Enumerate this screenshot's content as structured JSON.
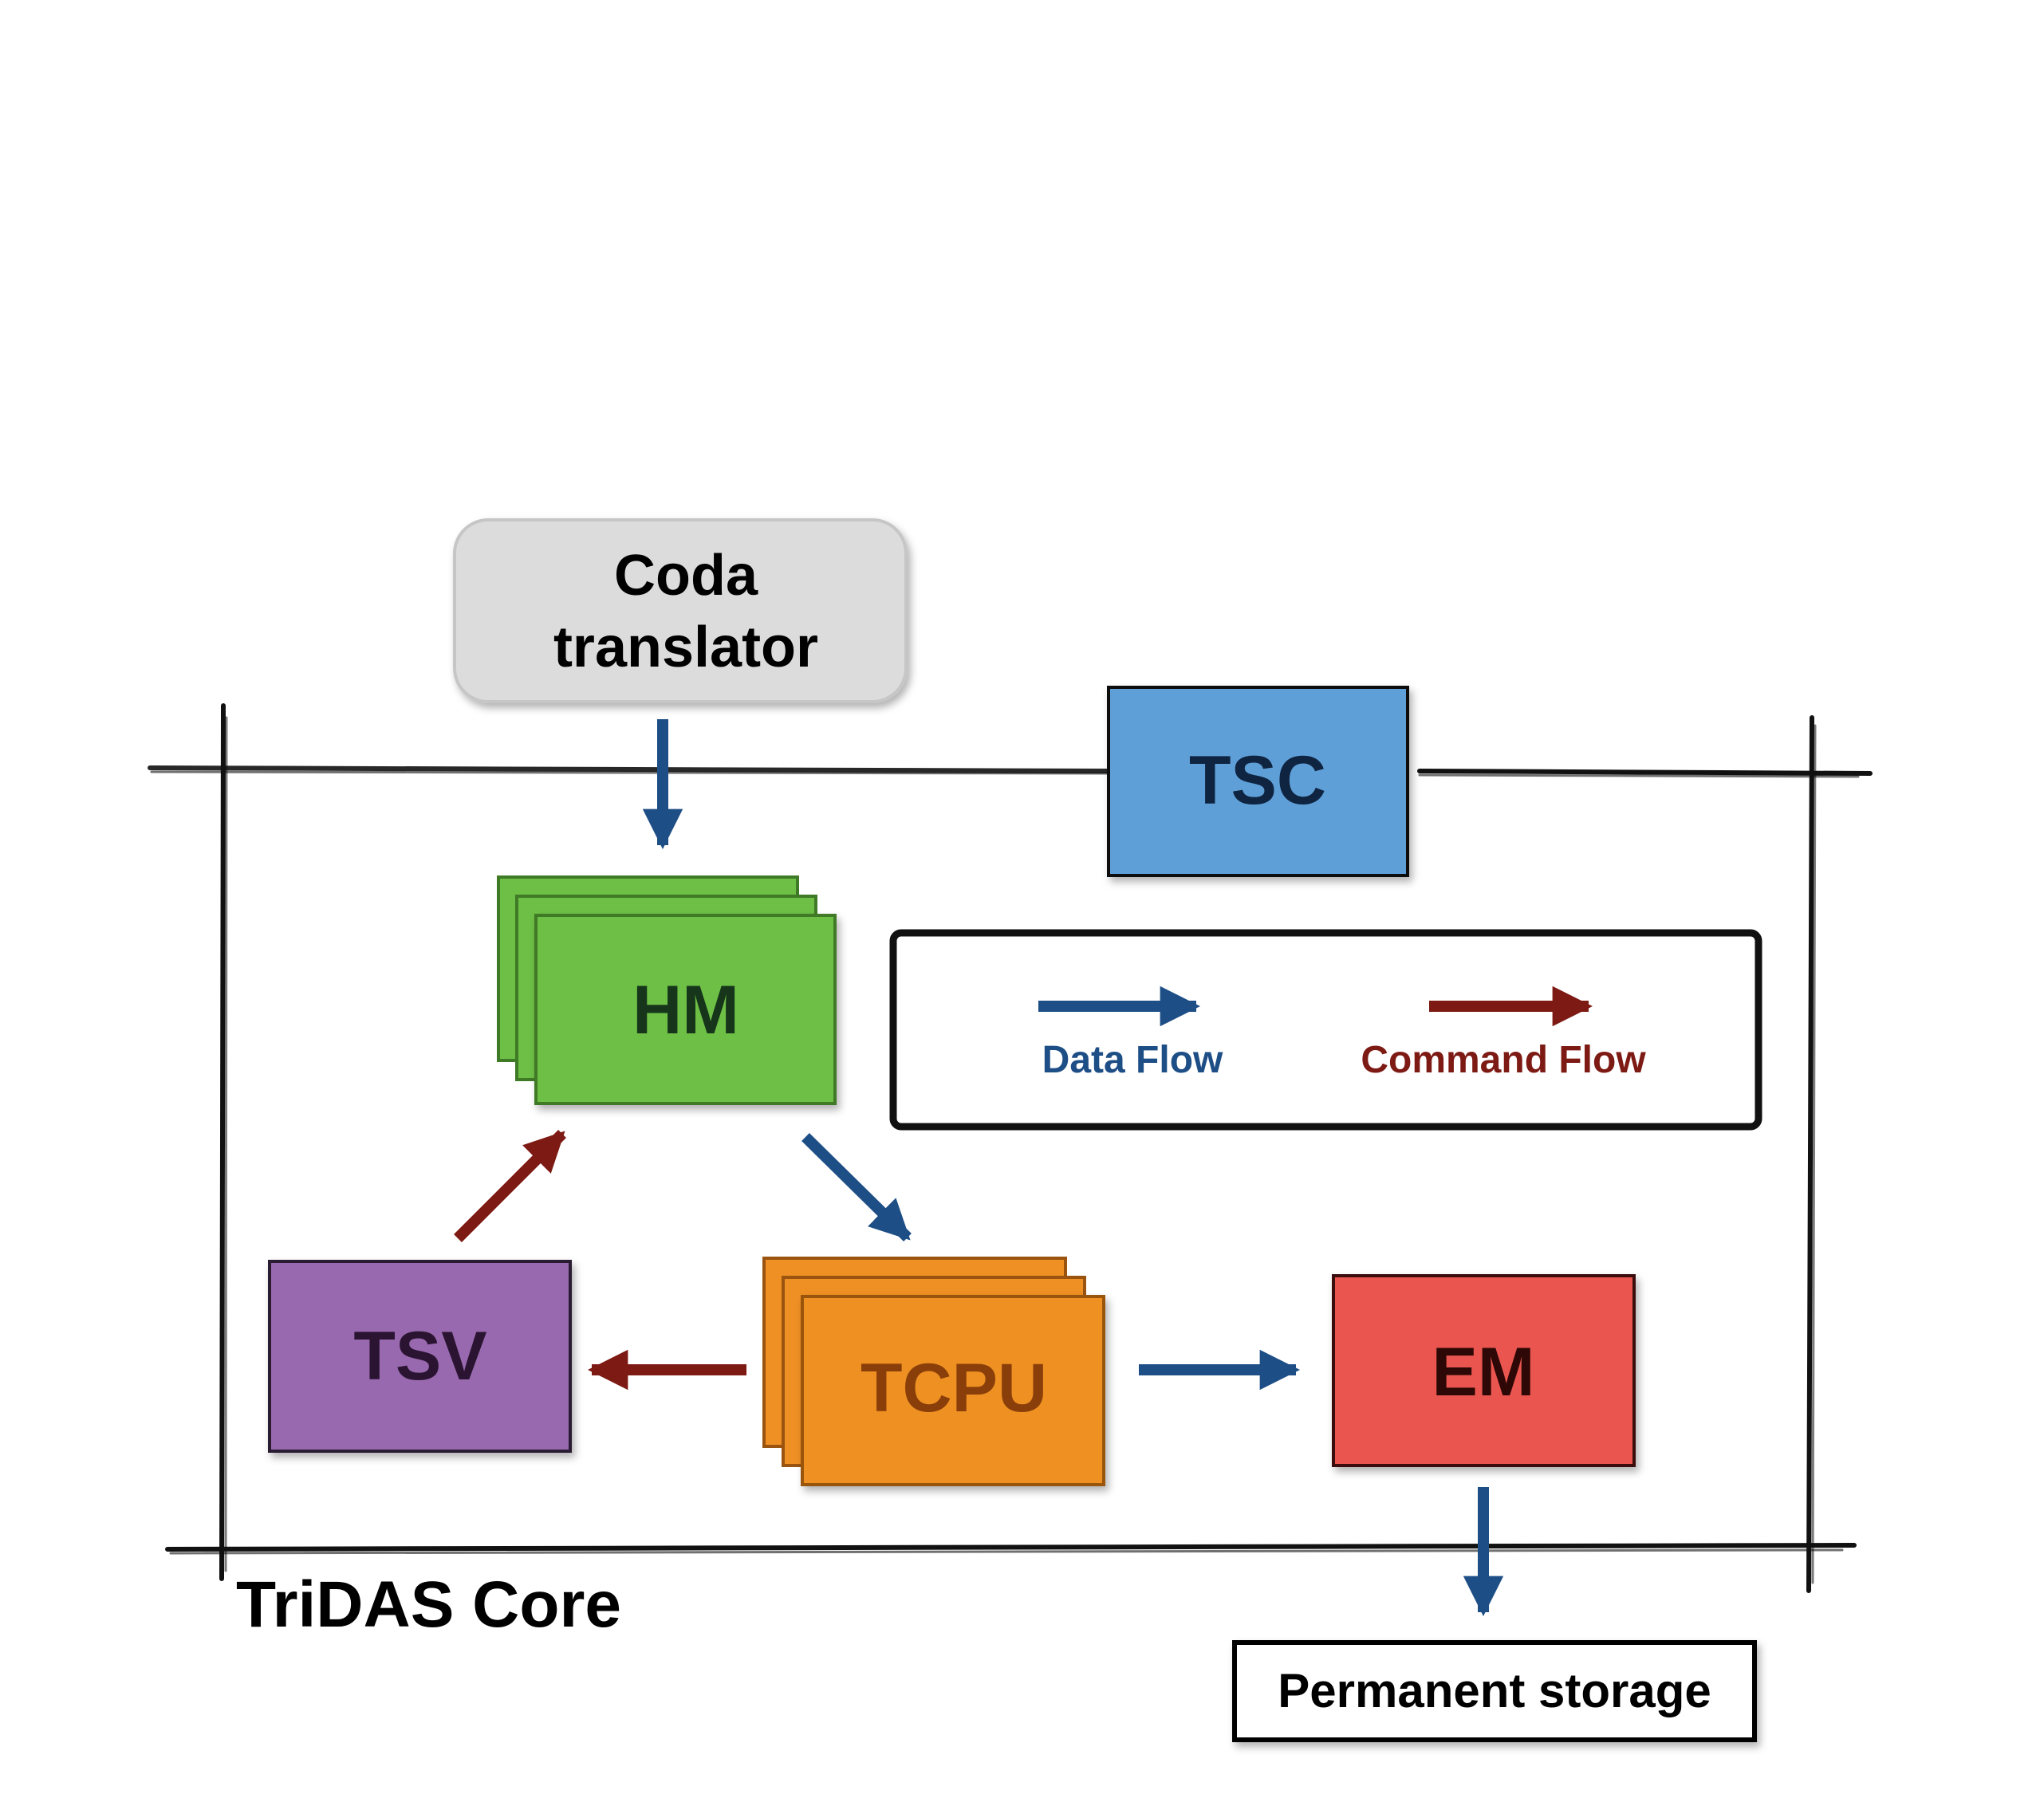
{
  "coda": {
    "line1": "Coda",
    "line2": "translator"
  },
  "tsc": {
    "label": "TSC"
  },
  "hm": {
    "label": "HM"
  },
  "tsv": {
    "label": "TSV"
  },
  "tcpu": {
    "label": "TCPU"
  },
  "em": {
    "label": "EM"
  },
  "legend": {
    "data_flow": "Data Flow",
    "command_flow": "Command Flow"
  },
  "core": {
    "label": "TriDAS Core"
  },
  "storage": {
    "label": "Permanent storage"
  },
  "colors": {
    "data_flow": "#1e4e86",
    "command_flow": "#7d1a14",
    "coda_fill": "#dcdcdc",
    "tsc_fill": "#5f9fd8",
    "hm_fill": "#6dbf45",
    "tsv_fill": "#9869ae",
    "tcpu_fill": "#ef9024",
    "em_fill": "#ea564f"
  }
}
